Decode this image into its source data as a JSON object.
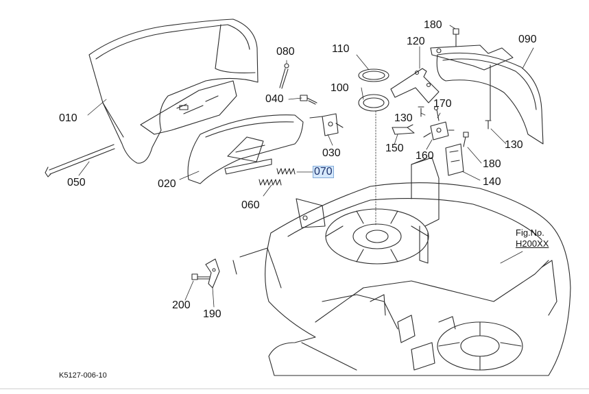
{
  "parts": [
    {
      "id": "p010",
      "label": "010"
    },
    {
      "id": "p020",
      "label": "020"
    },
    {
      "id": "p030",
      "label": "030"
    },
    {
      "id": "p040",
      "label": "040"
    },
    {
      "id": "p050",
      "label": "050"
    },
    {
      "id": "p060",
      "label": "060"
    },
    {
      "id": "p070",
      "label": "070",
      "selected": true
    },
    {
      "id": "p080",
      "label": "080"
    },
    {
      "id": "p090",
      "label": "090"
    },
    {
      "id": "p100",
      "label": "100"
    },
    {
      "id": "p110",
      "label": "110"
    },
    {
      "id": "p120",
      "label": "120"
    },
    {
      "id": "p130a",
      "label": "130"
    },
    {
      "id": "p130b",
      "label": "130"
    },
    {
      "id": "p140",
      "label": "140"
    },
    {
      "id": "p150",
      "label": "150"
    },
    {
      "id": "p160",
      "label": "160"
    },
    {
      "id": "p170",
      "label": "170"
    },
    {
      "id": "p180a",
      "label": "180"
    },
    {
      "id": "p180b",
      "label": "180"
    },
    {
      "id": "p190",
      "label": "190"
    },
    {
      "id": "p200",
      "label": "200"
    }
  ],
  "figure": {
    "caption": "Fig.No.",
    "number": "H200XX"
  },
  "document_code": "K5127-006-10",
  "colors": {
    "line": "#2a2a2a",
    "selection_bg": "#d6e9fb",
    "selection_border": "#7fa9d9"
  }
}
